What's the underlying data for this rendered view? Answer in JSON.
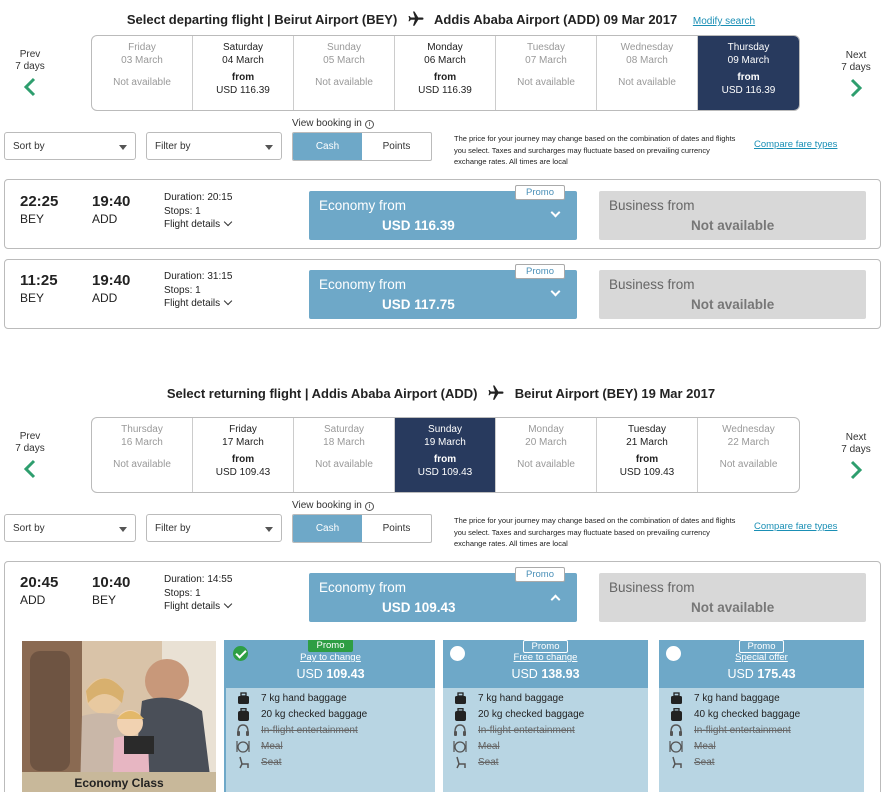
{
  "outbound": {
    "title_prefix": "Select departing flight | ",
    "origin": "Beirut Airport (BEY)",
    "destination": "Addis Ababa Airport (ADD) 09 Mar 2017",
    "modify": "Modify search",
    "prev": [
      "Prev",
      "7 days"
    ],
    "next": [
      "Next",
      "7 days"
    ],
    "dates": [
      {
        "day": "Friday",
        "date": "03 March",
        "from": "",
        "price": "Not available",
        "state": "na"
      },
      {
        "day": "Saturday",
        "date": "04 March",
        "from": "from",
        "price": "USD 116.39",
        "state": "avail"
      },
      {
        "day": "Sunday",
        "date": "05 March",
        "from": "",
        "price": "Not available",
        "state": "na"
      },
      {
        "day": "Monday",
        "date": "06 March",
        "from": "from",
        "price": "USD 116.39",
        "state": "avail"
      },
      {
        "day": "Tuesday",
        "date": "07 March",
        "from": "",
        "price": "Not available",
        "state": "na"
      },
      {
        "day": "Wednesday",
        "date": "08 March",
        "from": "",
        "price": "Not available",
        "state": "na"
      },
      {
        "day": "Thursday",
        "date": "09 March",
        "from": "from",
        "price": "USD 116.39",
        "state": "sel"
      }
    ],
    "flights": [
      {
        "dep": "22:25",
        "arr": "19:40",
        "from": "BEY",
        "to": "ADD",
        "duration_label": "Duration: ",
        "duration": "20:15",
        "stops_label": "Stops: ",
        "stops": "1",
        "details": "Flight details",
        "econ_label": "Economy from",
        "econ_price": "USD 116.39",
        "promo": "Promo",
        "biz_label": "Business from",
        "biz_price": "Not available"
      },
      {
        "dep": "11:25",
        "arr": "19:40",
        "from": "BEY",
        "to": "ADD",
        "duration_label": "Duration: ",
        "duration": "31:15",
        "stops_label": "Stops: ",
        "stops": "1",
        "details": "Flight details",
        "econ_label": "Economy from",
        "econ_price": "USD 117.75",
        "promo": "Promo",
        "biz_label": "Business from",
        "biz_price": "Not available"
      }
    ]
  },
  "controls": {
    "sort": "Sort by",
    "filter": "Filter by",
    "view_booking": "View booking in",
    "cash": "Cash",
    "points": "Points",
    "disclaimer": "The price for your journey may change based on the combination of dates and flights you select. Taxes and surcharges may fluctuate based on prevailing currency exchange rates. All times are local",
    "compare": "Compare fare types"
  },
  "inbound": {
    "title_prefix": "Select returning flight | ",
    "origin": "Addis Ababa Airport (ADD)",
    "destination": "Beirut Airport (BEY) 19 Mar 2017",
    "prev": [
      "Prev",
      "7 days"
    ],
    "next": [
      "Next",
      "7 days"
    ],
    "dates": [
      {
        "day": "Thursday",
        "date": "16 March",
        "from": "",
        "price": "Not available",
        "state": "na"
      },
      {
        "day": "Friday",
        "date": "17 March",
        "from": "from",
        "price": "USD 109.43",
        "state": "avail"
      },
      {
        "day": "Saturday",
        "date": "18 March",
        "from": "",
        "price": "Not available",
        "state": "na"
      },
      {
        "day": "Sunday",
        "date": "19 March",
        "from": "from",
        "price": "USD 109.43",
        "state": "sel"
      },
      {
        "day": "Monday",
        "date": "20 March",
        "from": "",
        "price": "Not available",
        "state": "na"
      },
      {
        "day": "Tuesday",
        "date": "21 March",
        "from": "from",
        "price": "USD 109.43",
        "state": "avail"
      },
      {
        "day": "Wednesday",
        "date": "22 March",
        "from": "",
        "price": "Not available",
        "state": "na"
      }
    ],
    "flight": {
      "dep": "20:45",
      "arr": "10:40",
      "from": "ADD",
      "to": "BEY",
      "duration_label": "Duration: ",
      "duration": "14:55",
      "stops_label": "Stops: ",
      "stops": "1",
      "details": "Flight details",
      "econ_label": "Economy from",
      "econ_price": "USD 109.43",
      "promo": "Promo",
      "biz_label": "Business from",
      "biz_price": "Not available"
    },
    "class_caption": "Economy Class",
    "fares": [
      {
        "promo": "Promo",
        "name": "Pay to change",
        "currency": "USD ",
        "amount": "109.43",
        "selected": true,
        "features": [
          {
            "icon": "hand-baggage-icon",
            "text": "7 kg hand baggage",
            "included": true
          },
          {
            "icon": "checked-baggage-icon",
            "text": "20 kg checked baggage",
            "included": true
          },
          {
            "icon": "entertainment-icon",
            "text": "In-flight entertainment",
            "included": false
          },
          {
            "icon": "meal-icon",
            "text": "Meal",
            "included": false
          },
          {
            "icon": "seat-icon",
            "text": "Seat",
            "included": false
          }
        ]
      },
      {
        "promo": "Promo",
        "name": "Free to change",
        "currency": "USD ",
        "amount": "138.93",
        "selected": false,
        "features": [
          {
            "icon": "hand-baggage-icon",
            "text": "7 kg hand baggage",
            "included": true
          },
          {
            "icon": "checked-baggage-icon",
            "text": "20 kg checked baggage",
            "included": true
          },
          {
            "icon": "entertainment-icon",
            "text": "In-flight entertainment",
            "included": false
          },
          {
            "icon": "meal-icon",
            "text": "Meal",
            "included": false
          },
          {
            "icon": "seat-icon",
            "text": "Seat",
            "included": false
          }
        ]
      },
      {
        "promo": "Promo",
        "name": "Special offer",
        "currency": "USD ",
        "amount": "175.43",
        "selected": false,
        "features": [
          {
            "icon": "hand-baggage-icon",
            "text": "7 kg hand baggage",
            "included": true
          },
          {
            "icon": "checked-baggage-icon",
            "text": "40 kg checked baggage",
            "included": true
          },
          {
            "icon": "entertainment-icon",
            "text": "In-flight entertainment",
            "included": false
          },
          {
            "icon": "meal-icon",
            "text": "Meal",
            "included": false
          },
          {
            "icon": "seat-icon",
            "text": "Seat",
            "included": false
          }
        ]
      }
    ]
  },
  "colors": {
    "accent": "#6ea8c8",
    "selected_date": "#283a5e",
    "promo_green": "#2e9e44",
    "link": "#1a8fb5",
    "nav_green": "#2e9e6e"
  }
}
